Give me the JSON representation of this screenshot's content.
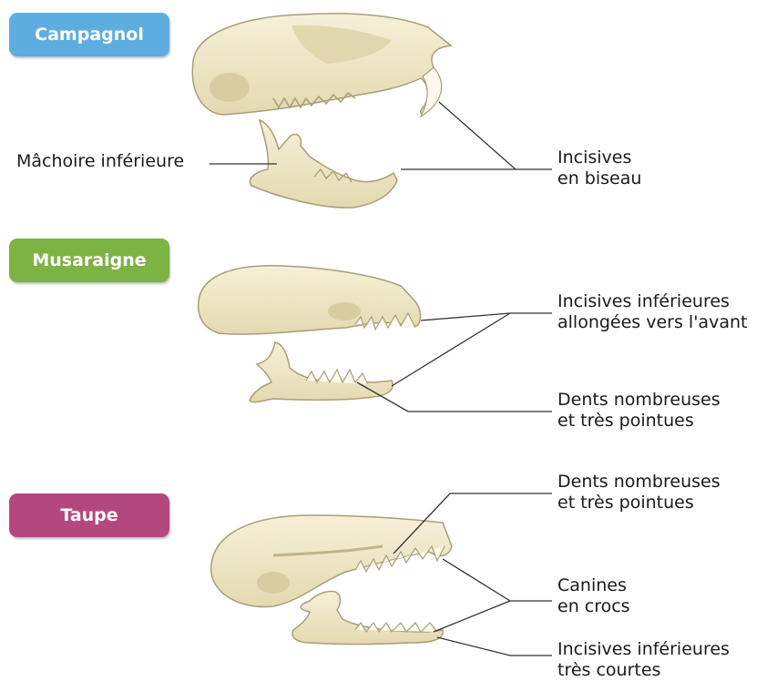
{
  "sections": [
    {
      "id": "campagnol",
      "title": "Campagnol",
      "color": "#5dade1"
    },
    {
      "id": "musaraigne",
      "title": "Musaraigne",
      "color": "#7cb342"
    },
    {
      "id": "taupe",
      "title": "Taupe",
      "color": "#b5477f"
    }
  ],
  "labels": {
    "machoire": "Mâchoire inférieure",
    "incisives_biseau": [
      "Incisives",
      "en biseau"
    ],
    "incisives_allongees": [
      "Incisives inférieures",
      "allongées vers l'avant"
    ],
    "dents_musaraigne": [
      "Dents nombreuses",
      "et très pointues"
    ],
    "dents_taupe": [
      "Dents nombreuses",
      "et très pointues"
    ],
    "canines": [
      "Canines",
      "en crocs"
    ],
    "incisives_courtes": [
      "Incisives inférieures",
      "très courtes"
    ]
  },
  "colors": {
    "bone": "#efe7c8",
    "bone_shade": "#d9cfa6",
    "bone_outline": "#a89e7a",
    "line": "#333333"
  }
}
